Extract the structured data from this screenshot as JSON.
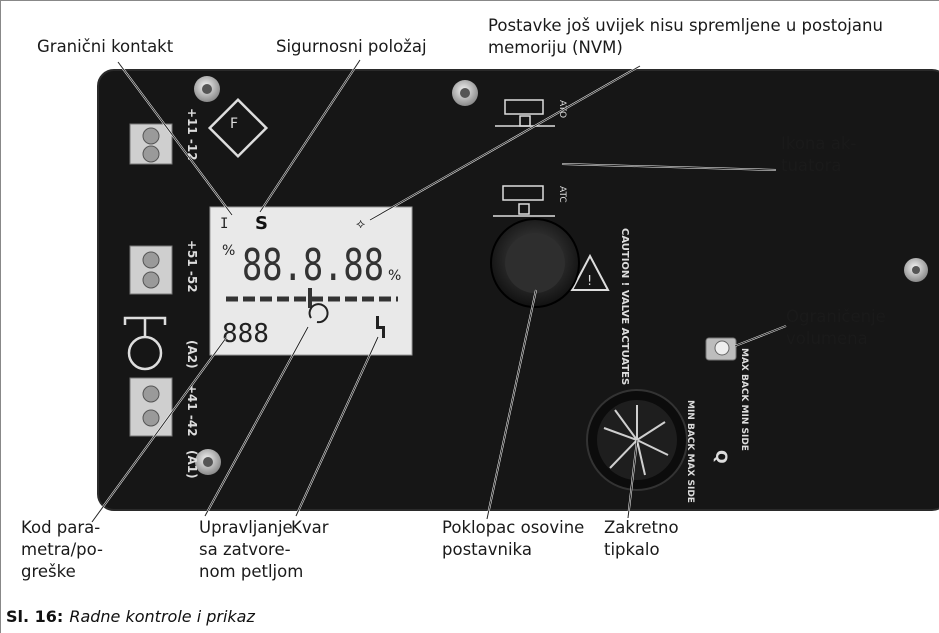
{
  "labels": {
    "granicni_kontakt": "Granični kontakt",
    "sigurnosni_polozaj": "Sigurnosni položaj",
    "postavke_nvm": "Postavke još uvijek nisu spremljene u postojanu\nmemoriju (NVM)",
    "ikona_aktuatora": "Ikona ak-\ntuatora",
    "ogranicenje_volumena": "Ograničenje\nvolumena",
    "kod_parametra": "Kod para-\nmetra/po-\ngreške",
    "upravljanje": "Upravljanje\nsa zatvore-\nnom petljom",
    "kvar": "Kvar",
    "poklopac": "Poklopac osovine\npostavnika",
    "zakretno": "Zakretno\ntipkalo"
  },
  "caption": {
    "number": "Sl. 16:",
    "text": "Radne kontrole i prikaz"
  },
  "device": {
    "lcd_top_left": "I",
    "lcd_top_s": "S",
    "lcd_segments": "88.8.88",
    "lcd_code": "888",
    "terminal_1": "+11  -12",
    "terminal_2": "+51  -52",
    "terminal_3": "+41  -42",
    "terminal_a2": "(A2)",
    "terminal_a1": "(A1)",
    "ato": "ATO",
    "atc": "ATC",
    "caution": "CAUTION !\nVALVE\nACTUATES",
    "max_back": "MAX BACK\nMIN SIDE",
    "min_back": "MIN BACK\nMAX SIDE",
    "q": "Q"
  },
  "colors": {
    "panel": "#161616",
    "lcd": "#e9e9e9",
    "leader": "#ffffff"
  }
}
